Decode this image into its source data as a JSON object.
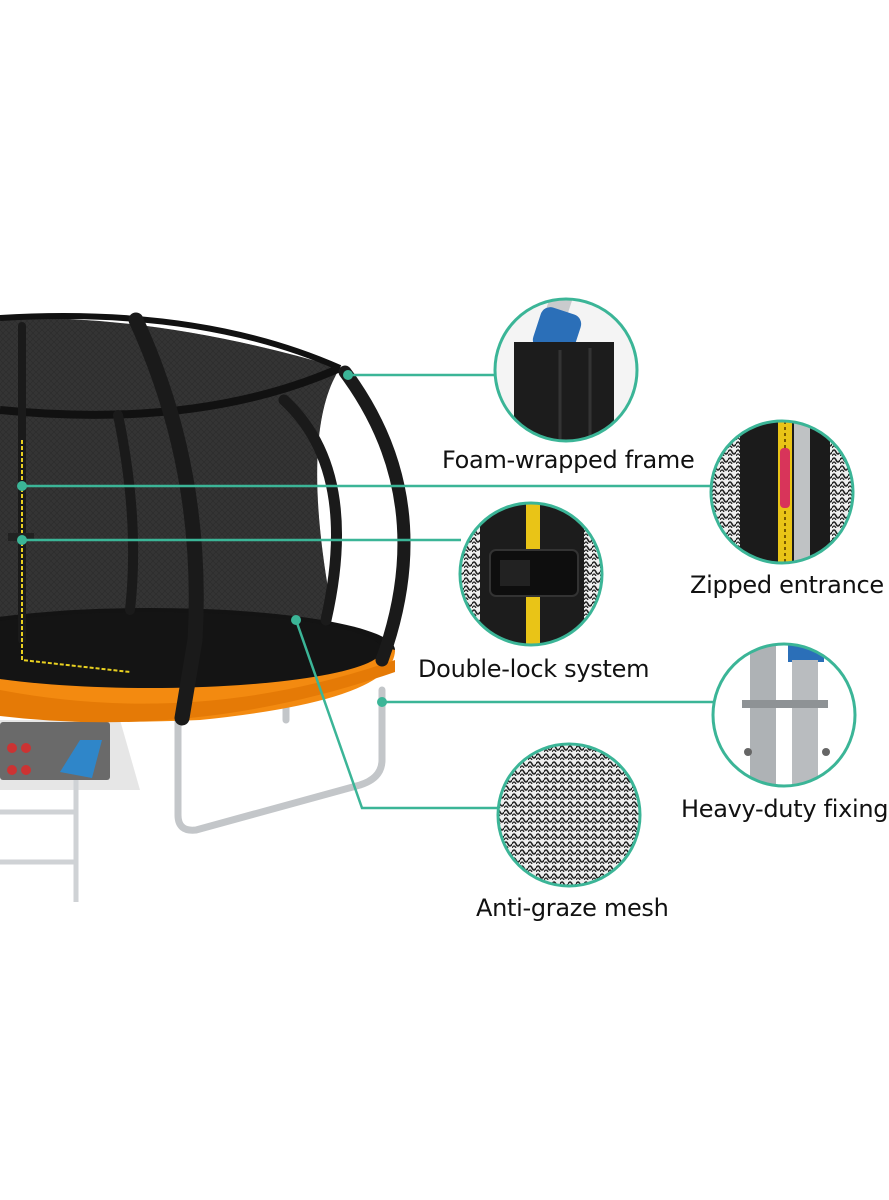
{
  "features": [
    {
      "id": "foam",
      "label": "Foam-wrapped frame"
    },
    {
      "id": "zip",
      "label": "Zipped entrance"
    },
    {
      "id": "lock",
      "label": "Double-lock system"
    },
    {
      "id": "fix",
      "label": "Heavy-duty fixings"
    },
    {
      "id": "mesh",
      "label": "Anti-graze mesh"
    }
  ],
  "colors": {
    "callout": "#3bb597",
    "pad": "#f38a10",
    "net": "#1f1f1f",
    "frame": "#b9bcbf"
  }
}
